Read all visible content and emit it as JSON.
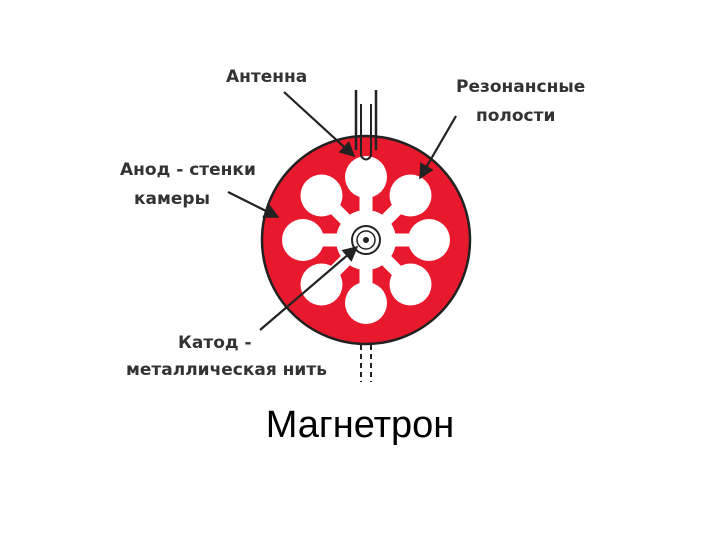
{
  "title": "Магнетрон",
  "labels": {
    "antenna": "Антенна",
    "cavities_line1": "Резонансные",
    "cavities_line2": "полости",
    "anode_line1": "Анод - стенки",
    "anode_line2": "камеры",
    "cathode_line1": "Катод -",
    "cathode_line2": "металлическая нить"
  },
  "colors": {
    "anode": "#e8192c",
    "outline": "#222222",
    "text": "#333333",
    "background": "#ffffff"
  },
  "cavity_count": 8
}
